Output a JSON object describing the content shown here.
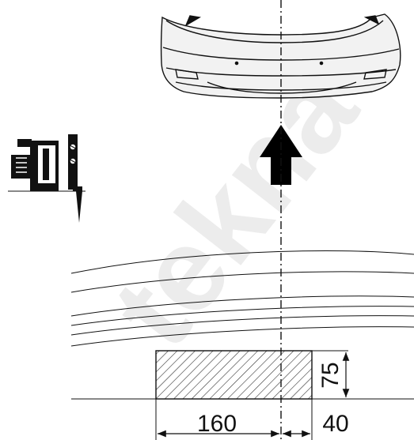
{
  "figure": {
    "watermark": "tekna",
    "dimensions": {
      "width_label": "160",
      "offset_label": "40",
      "height_label": "75"
    },
    "colors": {
      "ink": "#111111",
      "bumper_fill": "#f2f2f2",
      "arrow_fill": "#000000",
      "hatch": "#333333"
    },
    "icons": [
      "rear-bumper-icon",
      "direction-arrow-icon",
      "jigsaw-tool-icon"
    ]
  }
}
